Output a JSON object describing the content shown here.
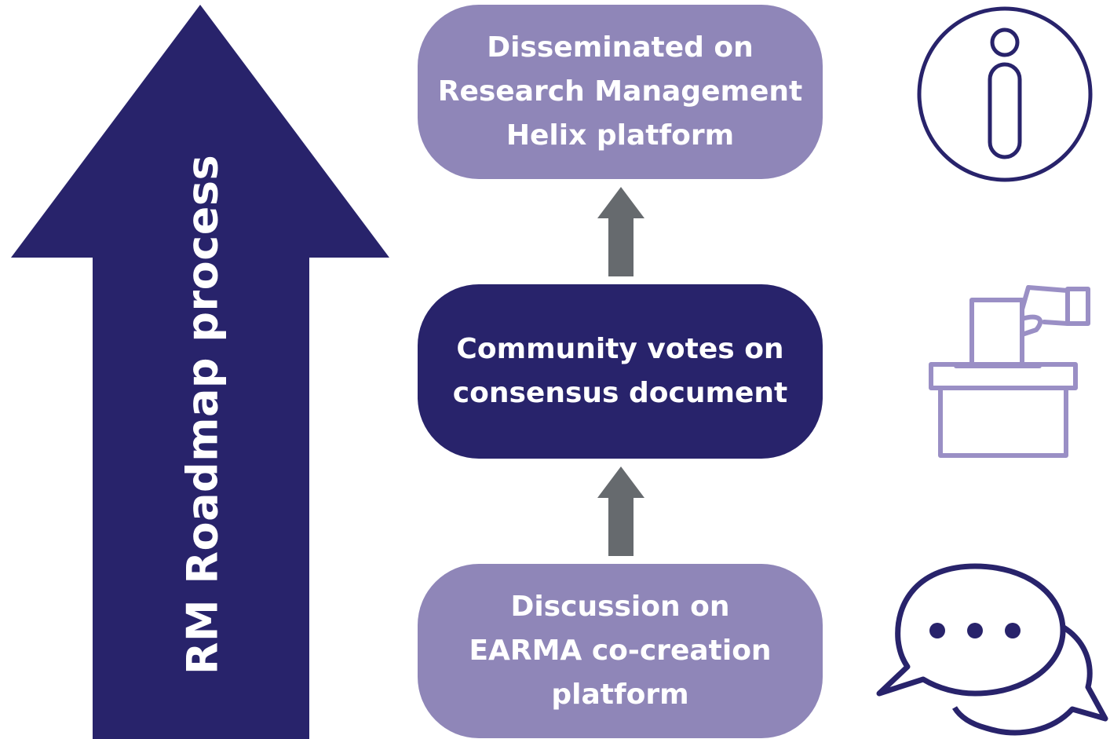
{
  "vertical_arrow": {
    "label": "RM Roadmap process"
  },
  "steps": [
    {
      "label": "Disseminated on\nResearch Management\nHelix platform",
      "style": "light",
      "icon": "info-icon"
    },
    {
      "label": "Community votes on\nconsensus document",
      "style": "dark",
      "icon": "ballot-box-icon"
    },
    {
      "label": "Discussion on\nEARMA co-creation\nplatform",
      "style": "light",
      "icon": "chat-bubbles-icon"
    }
  ],
  "colors": {
    "navy": "#28236b",
    "lavender": "#8f86b8",
    "connector_gray": "#666a6e"
  }
}
